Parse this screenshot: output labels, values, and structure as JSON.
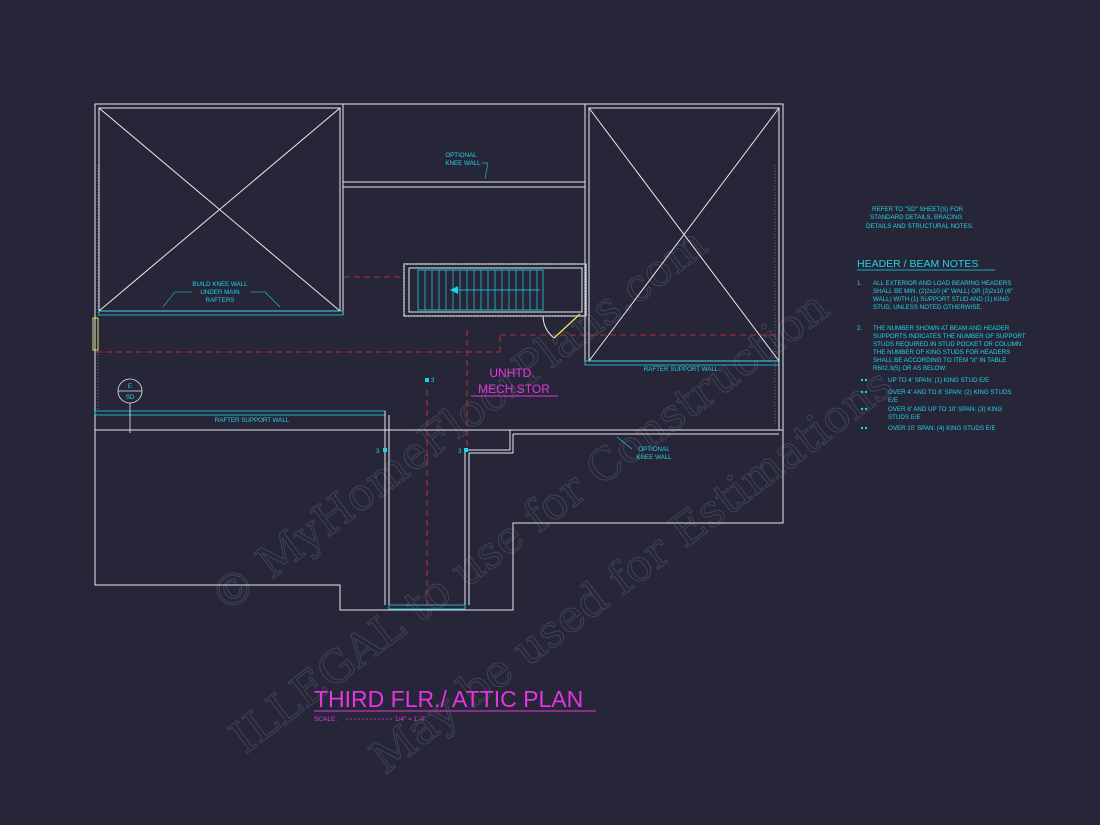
{
  "plan": {
    "title": "THIRD FLR./ ATTIC PLAN",
    "scale_label": "SCALE:",
    "scale_value": "1/4\" = 1'-0\""
  },
  "labels": {
    "optional_knee_wall_top_1": "OPTIONAL",
    "optional_knee_wall_top_2": "KNEE WALL",
    "build_knee_wall_1": "BUILD KNEE WALL",
    "build_knee_wall_2": "UNDER MAIN",
    "build_knee_wall_3": "RAFTERS",
    "rafter_support_wall_left": "RAFTER SUPPORT WALL",
    "rafter_support_wall_right": "RAFTER SUPPORT WALL",
    "optional_knee_wall_right_1": "OPTIONAL",
    "optional_knee_wall_right_2": "KNEE WALL",
    "room_line_1": "UNHTD.",
    "room_line_2": "MECH.STOR",
    "section_letter": "E",
    "section_sheet": "SD",
    "stud_count_1": "3",
    "stud_count_2": "3",
    "stud_count_3": "3"
  },
  "notes": {
    "refer_1": "REFER TO \"SD\"  SHEET(S) FOR",
    "refer_2": "STANDARD DETAILS, BRACING",
    "refer_3": "DETAILS AND STRUCTURAL NOTES.",
    "heading": "HEADER / BEAM NOTES",
    "n1_num": "1.",
    "n1_l1": "ALL EXTERIOR AND LOAD BEARING HEADERS",
    "n1_l2": "SHALL BE MIN. (2)2x10 (4\" WALL) OR (3)2x10 (6\"",
    "n1_l3": "WALL) WITH (1) SUPPORT STUD AND (1) KING",
    "n1_l4": "STUD, UNLESS NOTED OTHERWISE.",
    "n2_num": "2.",
    "n2_l1": "THE NUMBER SHOWN AT BEAM AND HEADER",
    "n2_l2": "SUPPORTS INDICATES THE NUMBER OF SUPPORT",
    "n2_l3": "STUDS REQUIRED IN STUD POCKET OR COLUMN.",
    "n2_l4": "THE NUMBER OF KING STUDS FOR HEADERS",
    "n2_l5": "SHALL BE ACCORDING TO ITEM \"d\" IN TABLE",
    "n2_l6": "R602.3(5) OR AS BELOW:",
    "b1": "UP TO 4' SPAN: (1) KING STUD E/E",
    "b2_l1": "OVER 4' AND TO 8' SPAN: (2) KING STUDS",
    "b2_l2": "E/E",
    "b3_l1": "OVER 8' AND UP TO 10' SPAN: (3) KING",
    "b3_l2": "STUDS E/E",
    "b4": "OVER 10' SPAN: (4) KING STUDS E/E"
  },
  "watermark": {
    "line1": "© MyHomeFloorPlans.com",
    "line2": "ILLEGAL to use for Construction",
    "line3": "May be used for Estimations"
  },
  "colors": {
    "background": "#262638",
    "walls": "#e8e8ee",
    "annotation": "#22d3e6",
    "title": "#e535e0",
    "centerline": "#e0303c"
  }
}
